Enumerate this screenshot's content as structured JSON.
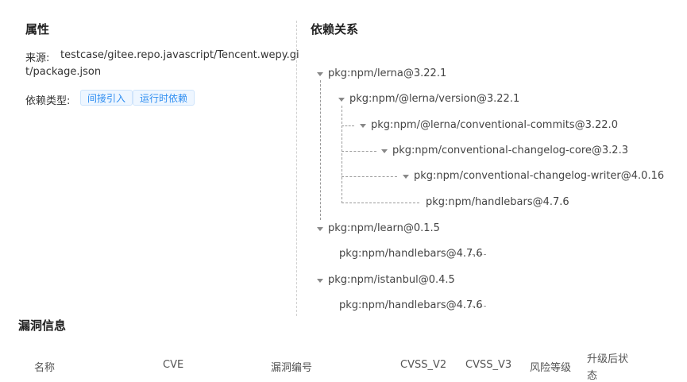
{
  "props": {
    "title": "属性",
    "source_label": "来源:",
    "source_value_line1": "testcase/gitee.repo.javascript/Tencent.wepy.gi",
    "source_value_line2": "t/package.json",
    "dep_type_label": "依赖类型:",
    "tags": [
      "间接引入",
      "运行时依赖"
    ]
  },
  "deps": {
    "title": "依赖关系",
    "nodes": [
      "pkg:npm/lerna@3.22.1",
      "pkg:npm/@lerna/version@3.22.1",
      "pkg:npm/@lerna/conventional-commits@3.22.0",
      "pkg:npm/conventional-changelog-core@3.2.3",
      "pkg:npm/conventional-changelog-writer@4.0.16",
      "pkg:npm/handlebars@4.7.6",
      "pkg:npm/learn@0.1.5",
      "pkg:npm/handlebars@4.7.6",
      "pkg:npm/istanbul@0.4.5",
      "pkg:npm/handlebars@4.7.6"
    ]
  },
  "vuln": {
    "title": "漏洞信息",
    "columns": [
      "名称",
      "CVE",
      "漏洞编号",
      "CVSS_V2",
      "CVSS_V3",
      "风险等级",
      "升级后状",
      "态"
    ]
  }
}
